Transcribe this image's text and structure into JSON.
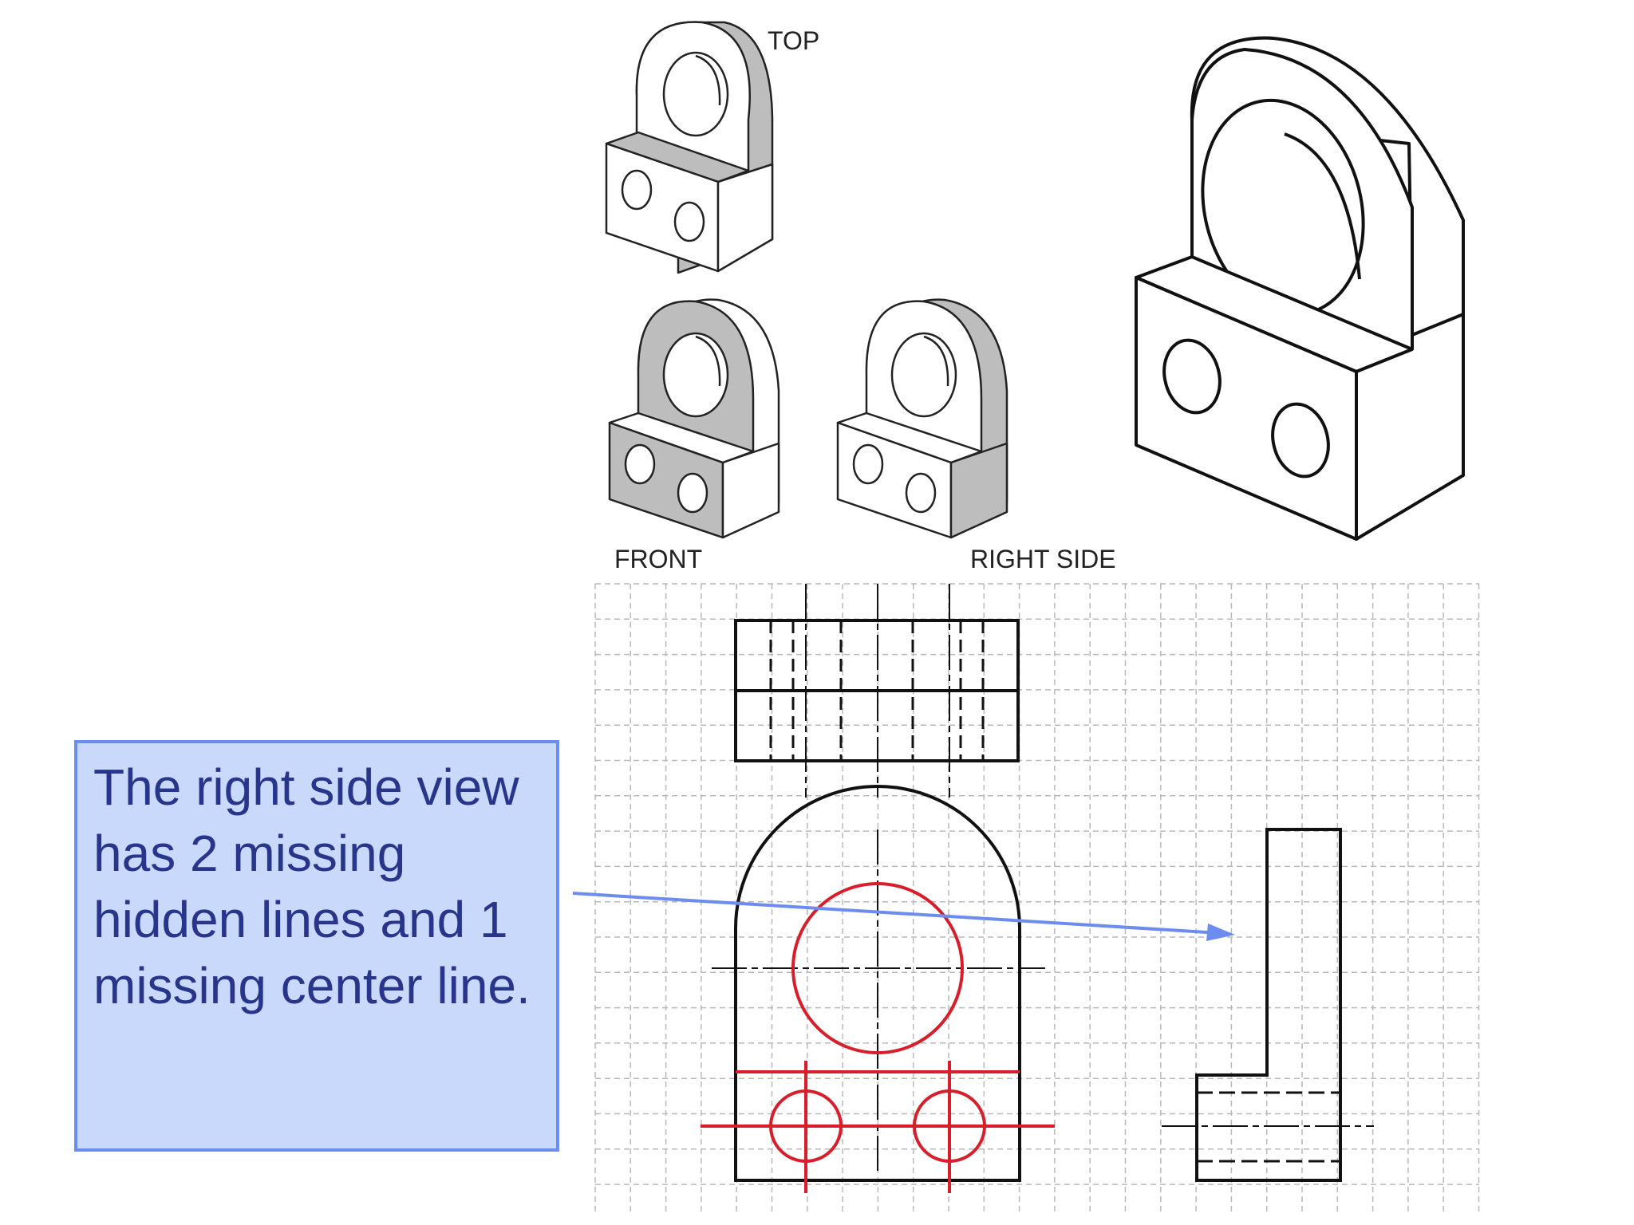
{
  "labels": {
    "top": "TOP",
    "front": "FRONT",
    "right_side": "RIGHT SIDE"
  },
  "callout": {
    "text": "The right side view has 2 missing hidden lines and 1 missing center line."
  },
  "colors": {
    "callout_fill": "#c9d9fb",
    "callout_border": "#6d8cf0",
    "callout_text": "#27358a",
    "arrow": "#6d8cf0",
    "highlight_red": "#d81e2a",
    "shade_gray": "#bdbdbd",
    "grid": "#b9b9b9"
  }
}
